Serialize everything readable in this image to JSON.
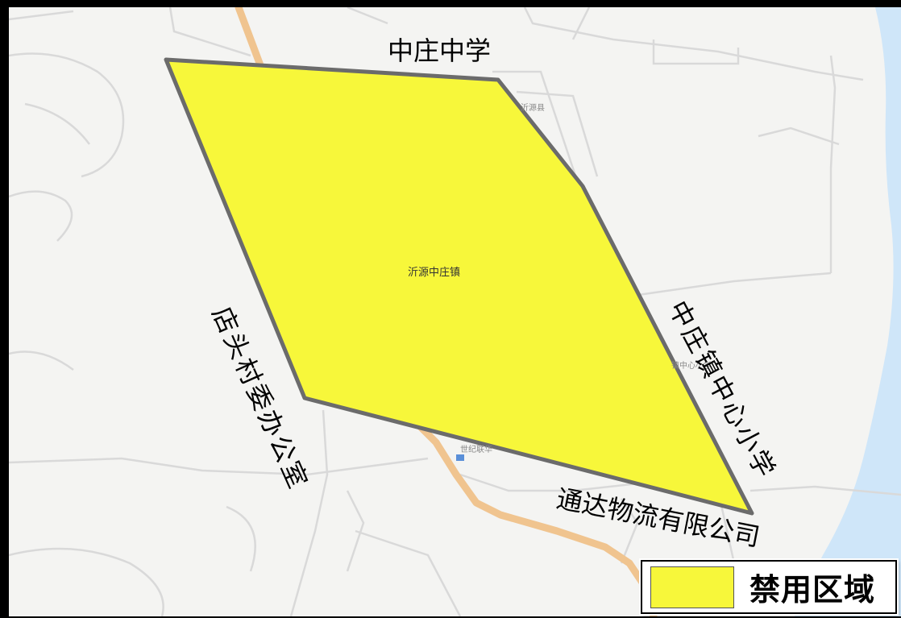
{
  "map": {
    "zone_label": "沂源中庄镇",
    "labels": {
      "top": "中庄中学",
      "left_vertical": "店头村委办公室",
      "right_vertical": "中庄镇中心小学",
      "bottom_diagonal": "通达物流有限公司"
    },
    "minor_labels": {
      "poi_1": "沂源县",
      "poi_2": "镇中心小学",
      "poi_3": "世纪联华"
    },
    "colors": {
      "zone_fill": "#f7f73a",
      "zone_stroke": "#6b6b6b",
      "river": "#cfe6f9",
      "main_road": "#f0c48f",
      "minor_road": "#d7d7d7",
      "background": "#f4f4f2"
    }
  },
  "legend": {
    "label": "禁用区域",
    "swatch_color": "#f7f73a"
  }
}
